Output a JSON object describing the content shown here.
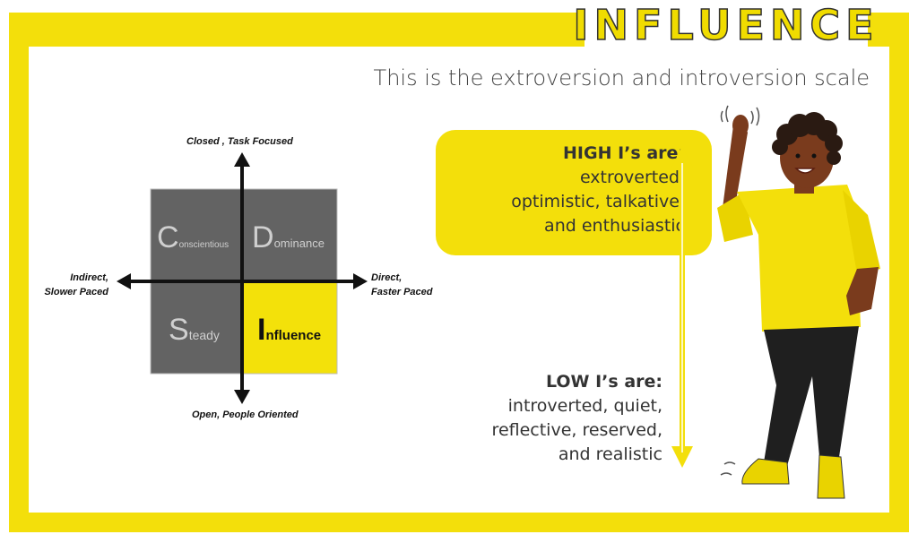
{
  "colors": {
    "accent": "#f0dc00",
    "quadrant_dark": "#636363",
    "quadrant_yellow": "#f3e10a"
  },
  "title": "INFLUENCE",
  "subtitle": "This is the extroversion and introversion scale",
  "quadrant": {
    "top_label": "Closed , Task Focused",
    "bottom_label": "Open, People Oriented",
    "left_label": [
      "Indirect,",
      "Slower Paced"
    ],
    "right_label": [
      "Direct,",
      "Faster Paced"
    ],
    "c": {
      "letter": "C",
      "rest": "onscientious"
    },
    "d": {
      "letter": "D",
      "rest": "ominance"
    },
    "s": {
      "letter": "S",
      "rest": "teady"
    },
    "i": {
      "letter": "I",
      "rest": "nfluence"
    }
  },
  "scale": {
    "high_heading": "HIGH I’s are:",
    "high_lines": [
      "extroverted,",
      "optimistic, talkative,",
      "and enthusiastic"
    ],
    "low_heading": "LOW I’s are:",
    "low_lines": [
      "introverted, quiet,",
      "reflective, reserved,",
      "and realistic"
    ]
  }
}
